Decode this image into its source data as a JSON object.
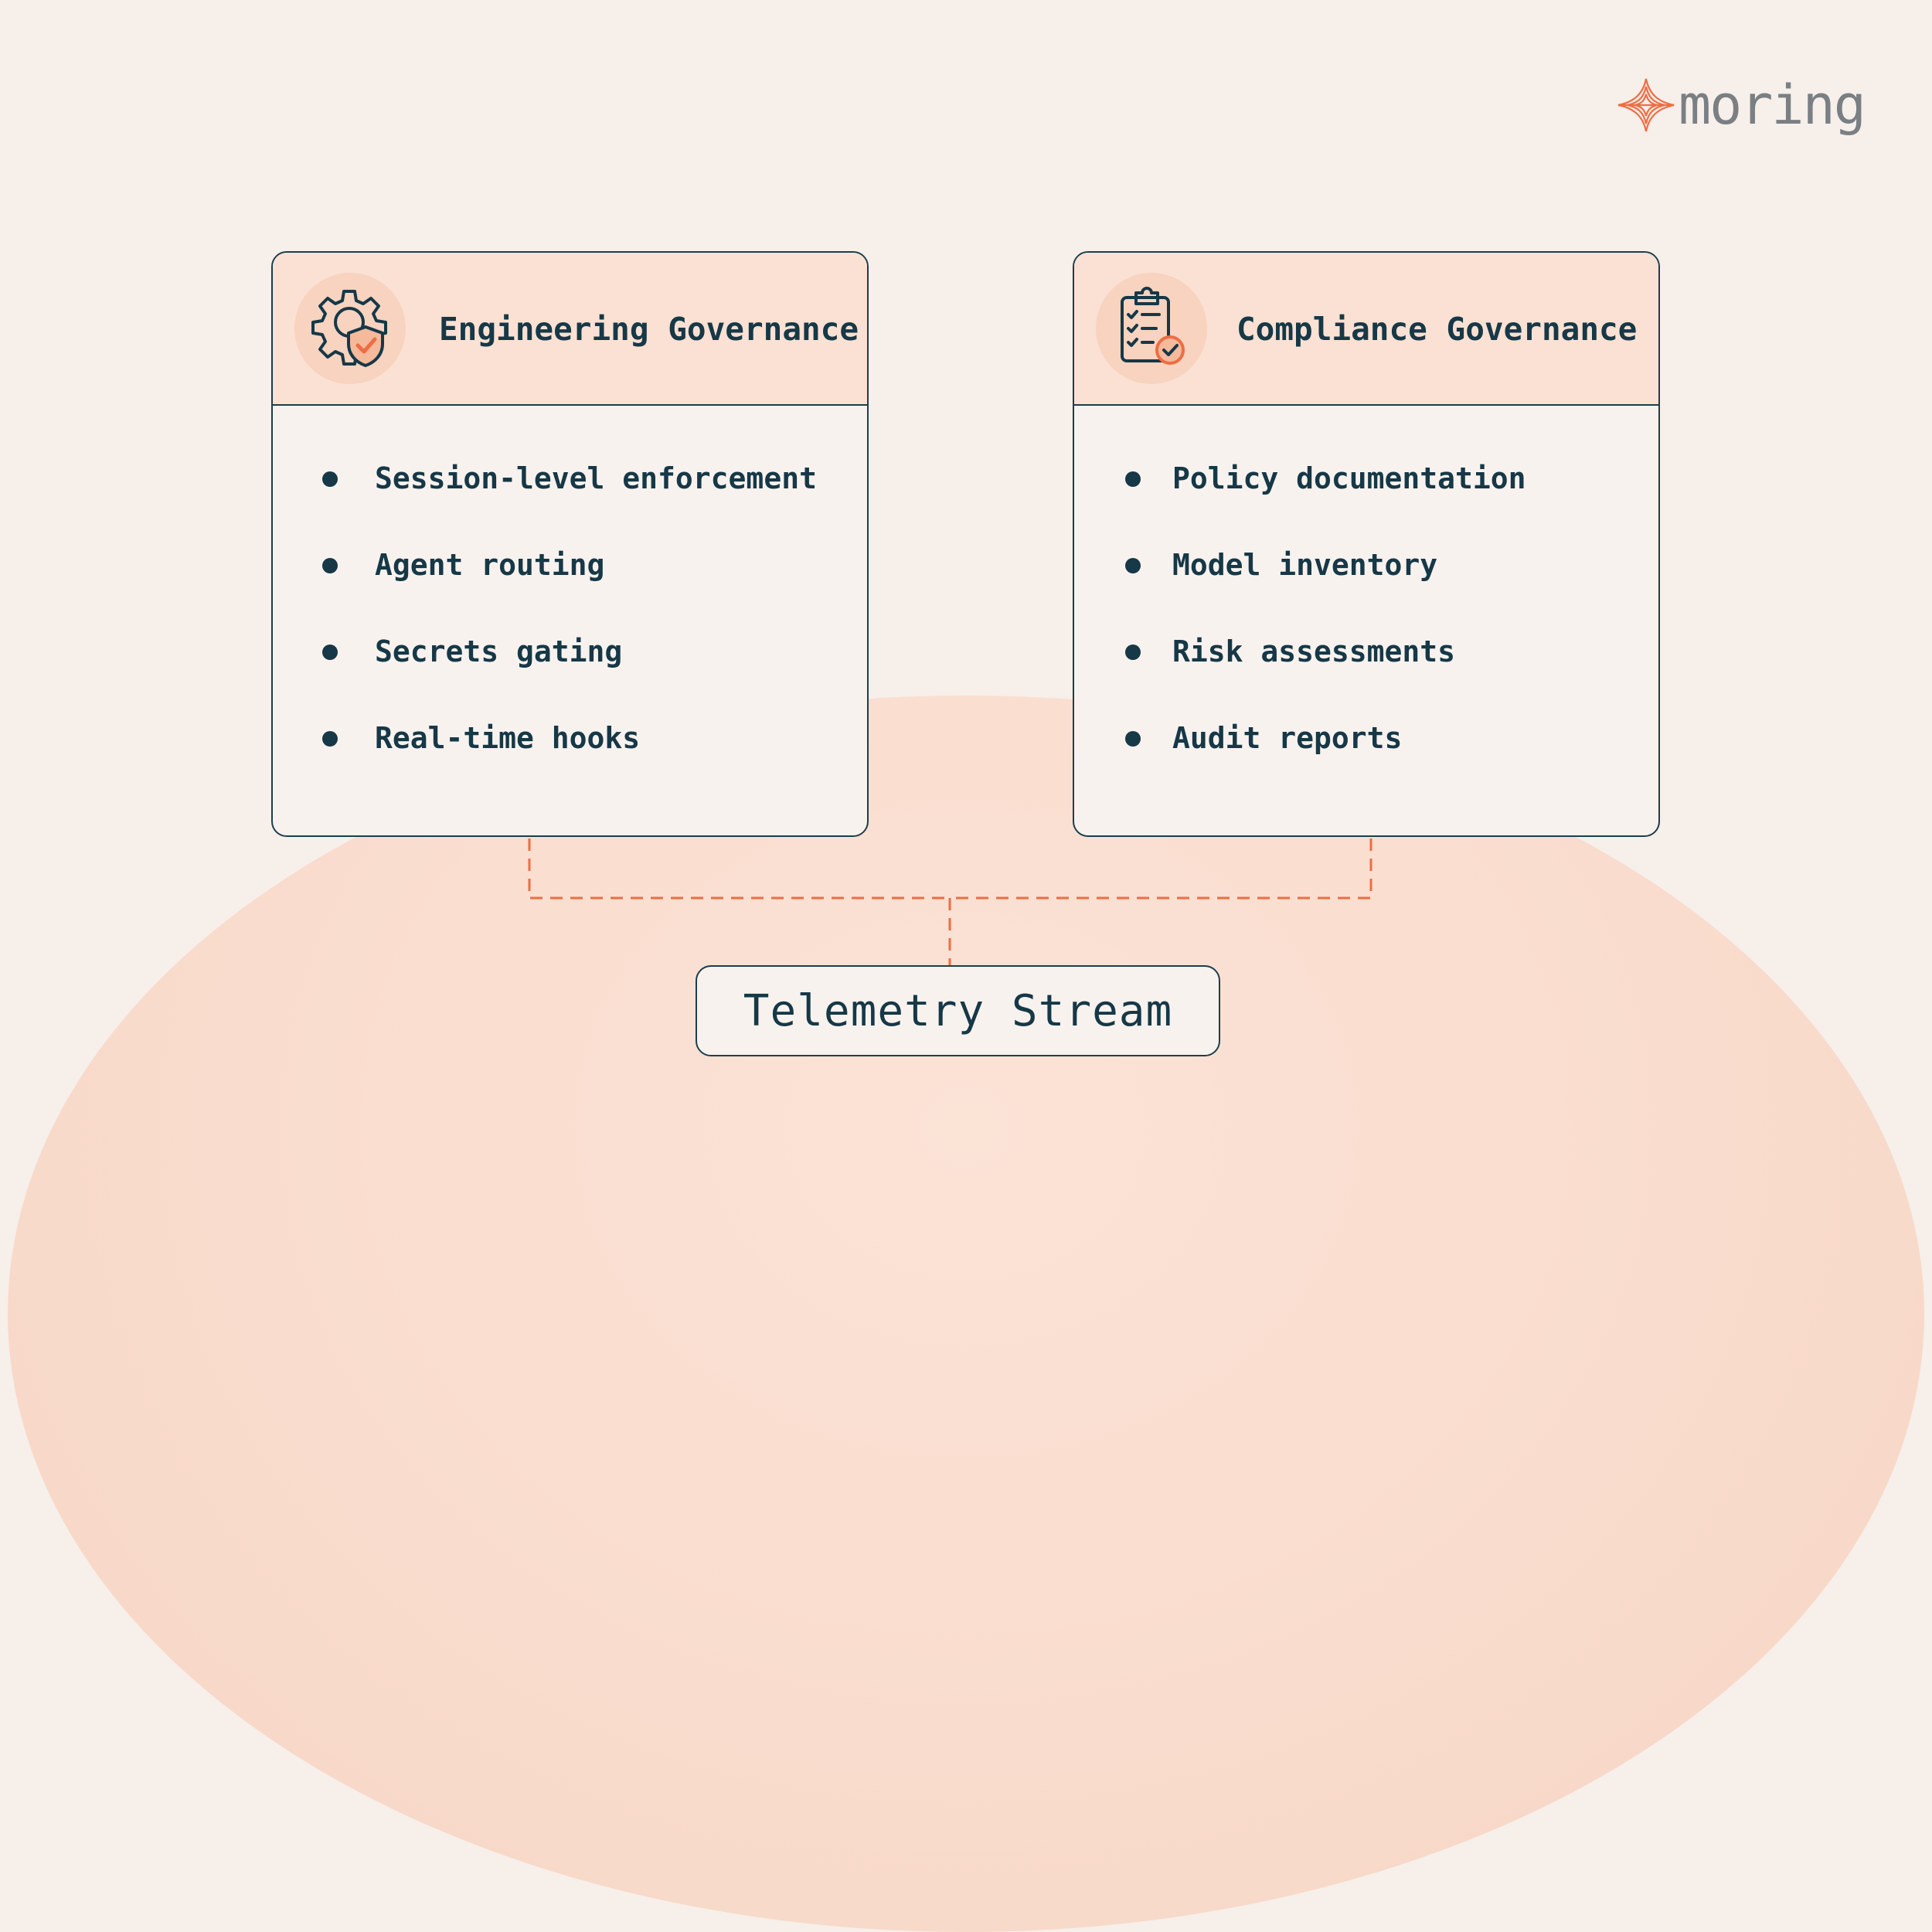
{
  "brand": {
    "name": "moring",
    "color": "#ee6d43"
  },
  "colors": {
    "accent": "#ee6d43",
    "ink": "#163847",
    "header_fill": "#fbe1d3"
  },
  "cards": [
    {
      "title": "Engineering Governance",
      "icon": "gear-shield-icon",
      "items": [
        "Session-level enforcement",
        "Agent routing",
        "Secrets gating",
        "Real-time hooks"
      ]
    },
    {
      "title": "Compliance Governance",
      "icon": "clipboard-check-icon",
      "items": [
        "Policy documentation",
        "Model inventory",
        "Risk assessments",
        "Audit reports"
      ]
    }
  ],
  "stream": {
    "label": "Telemetry Stream"
  }
}
